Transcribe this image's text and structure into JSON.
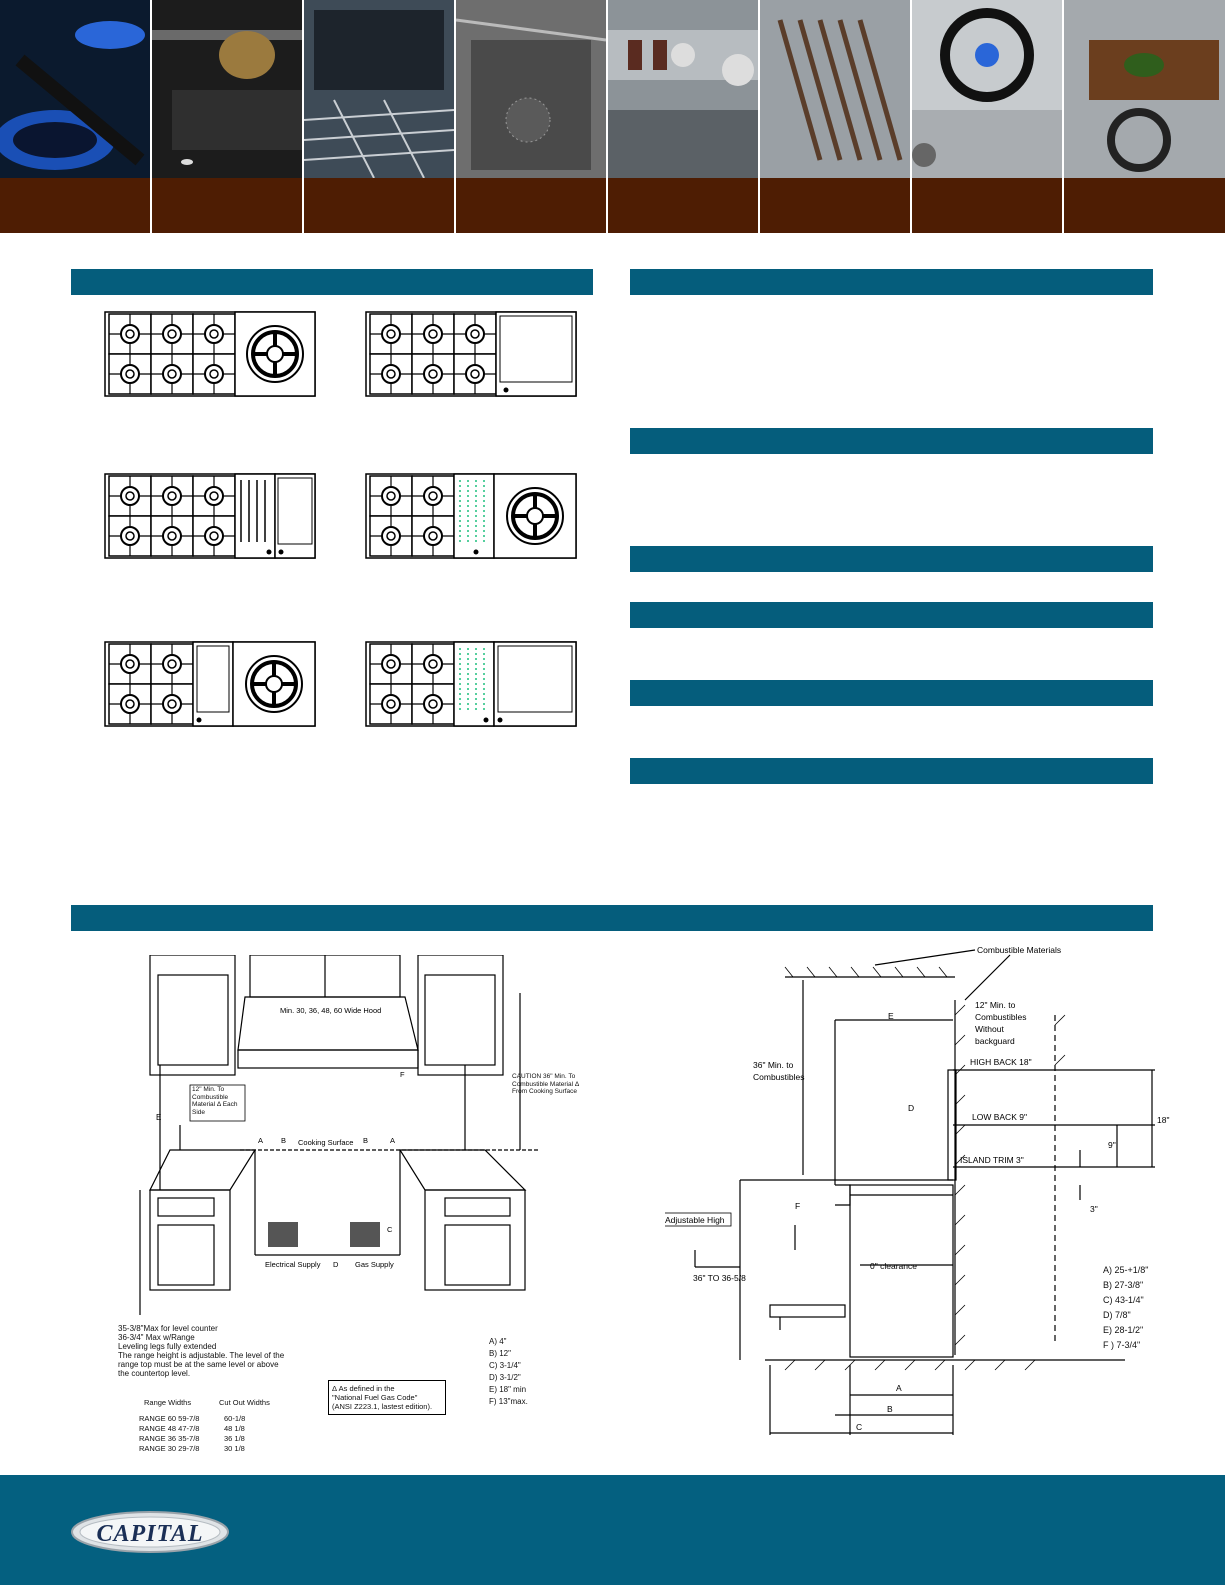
{
  "photos": [
    {
      "icon": "burner-flame-icon"
    },
    {
      "icon": "rotisserie-chicken-icon"
    },
    {
      "icon": "oven-rack-icon"
    },
    {
      "icon": "convection-fan-icon"
    },
    {
      "icon": "control-knobs-icon"
    },
    {
      "icon": "grill-grates-icon"
    },
    {
      "icon": "wok-burner-icon"
    },
    {
      "icon": "cutting-board-icon"
    }
  ],
  "installation": {
    "hood_label": "Min. 30, 36, 48, 60 Wide Hood",
    "min_combustible_label": "12\" Min. To Combustible Material Δ Each Side",
    "caution_label": "CAUTION 36\" Min. To Combustible Material Δ From Cooking Surface",
    "cooking_surface": "Cooking Surface",
    "electrical_supply": "Electrical Supply",
    "gas_supply": "Gas Supply",
    "dim_letters": {
      "a": "A",
      "b": "B",
      "c": "C",
      "d": "D",
      "e": "E",
      "f": "F"
    },
    "counter_note": [
      "35-3/8\"Max for level counter",
      "36-3/4\" Max w/Range",
      "Leveling legs fully extended",
      "The range height is adjustable. The level of the",
      "range top must be at the same level or above",
      "the countertop level."
    ],
    "dims_left": [
      "A)  4\"",
      "B)  12\"",
      "C)  3-1/4\"",
      "D)  3-1/2\"",
      "E)  18\" min",
      "F)  13\"max."
    ],
    "gas_code_note": [
      "Δ  As defined in the",
      "\"National Fuel Gas Code\"",
      "(ANSI Z223.1, lastest edition)."
    ],
    "widths_header": [
      "Range Widths",
      "Cut Out Widths"
    ],
    "widths_rows": [
      [
        "RANGE  60  59-7/8",
        "60-1/8"
      ],
      [
        "RANGE  48  47-7/8",
        "48 1/8"
      ],
      [
        "RANGE  36  35-7/8",
        "36 1/8"
      ],
      [
        "RANGE  30  29-7/8",
        "30 1/8"
      ]
    ]
  },
  "side_view": {
    "combustible_materials": "Combustible Materials",
    "min12": [
      "12\" Min. to",
      "Combustibles",
      "Without",
      "backguard"
    ],
    "min36": [
      "36\" Min. to",
      "Combustibles"
    ],
    "high_back": "HIGH BACK 18\"",
    "low_back": "LOW BACK 9\"",
    "island_trim": "ISLAND TRIM 3\"",
    "h18": "18\"",
    "h9": "9\"",
    "h3": "3\"",
    "adjustable": "Adjustable High",
    "height_range": "36\"  TO  36-5/8",
    "clearance": "0\" clearance",
    "dims_right": [
      "A)  25-+1/8\"",
      "B)  27-3/8\"",
      "C)  43-1/4\"",
      "D) 7/8\"",
      "E)  28-1/2\"",
      "F )  7-3/4\""
    ]
  },
  "brand": {
    "logo": "CAPITAL"
  }
}
